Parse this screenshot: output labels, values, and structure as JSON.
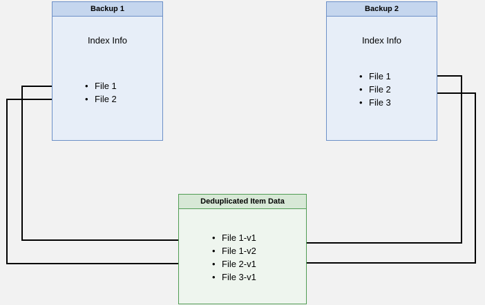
{
  "diagram": {
    "title": "",
    "colors": {
      "background": "#f2f2f2",
      "blue_border": "#6b8fc7",
      "blue_title_fill": "#c5d6ee",
      "blue_body_fill": "#e7eef8",
      "green_border": "#4f9b52",
      "green_title_fill": "#d7e8d6",
      "green_body_fill": "#eef5ee",
      "arrow": "#000000"
    },
    "boxes": [
      {
        "id": "backup1",
        "title": "Backup 1",
        "heading": "Index Info",
        "items": [
          "File 1",
          "File 2"
        ]
      },
      {
        "id": "backup2",
        "title": "Backup 2",
        "heading": "Index Info",
        "items": [
          "File 1",
          "File 2",
          "File 3"
        ]
      },
      {
        "id": "dedup",
        "title": "Deduplicated Item Data",
        "heading": "",
        "items": [
          "File 1-v1",
          "File 1-v2",
          "File 2-v1",
          "File 3-v1"
        ]
      }
    ]
  }
}
